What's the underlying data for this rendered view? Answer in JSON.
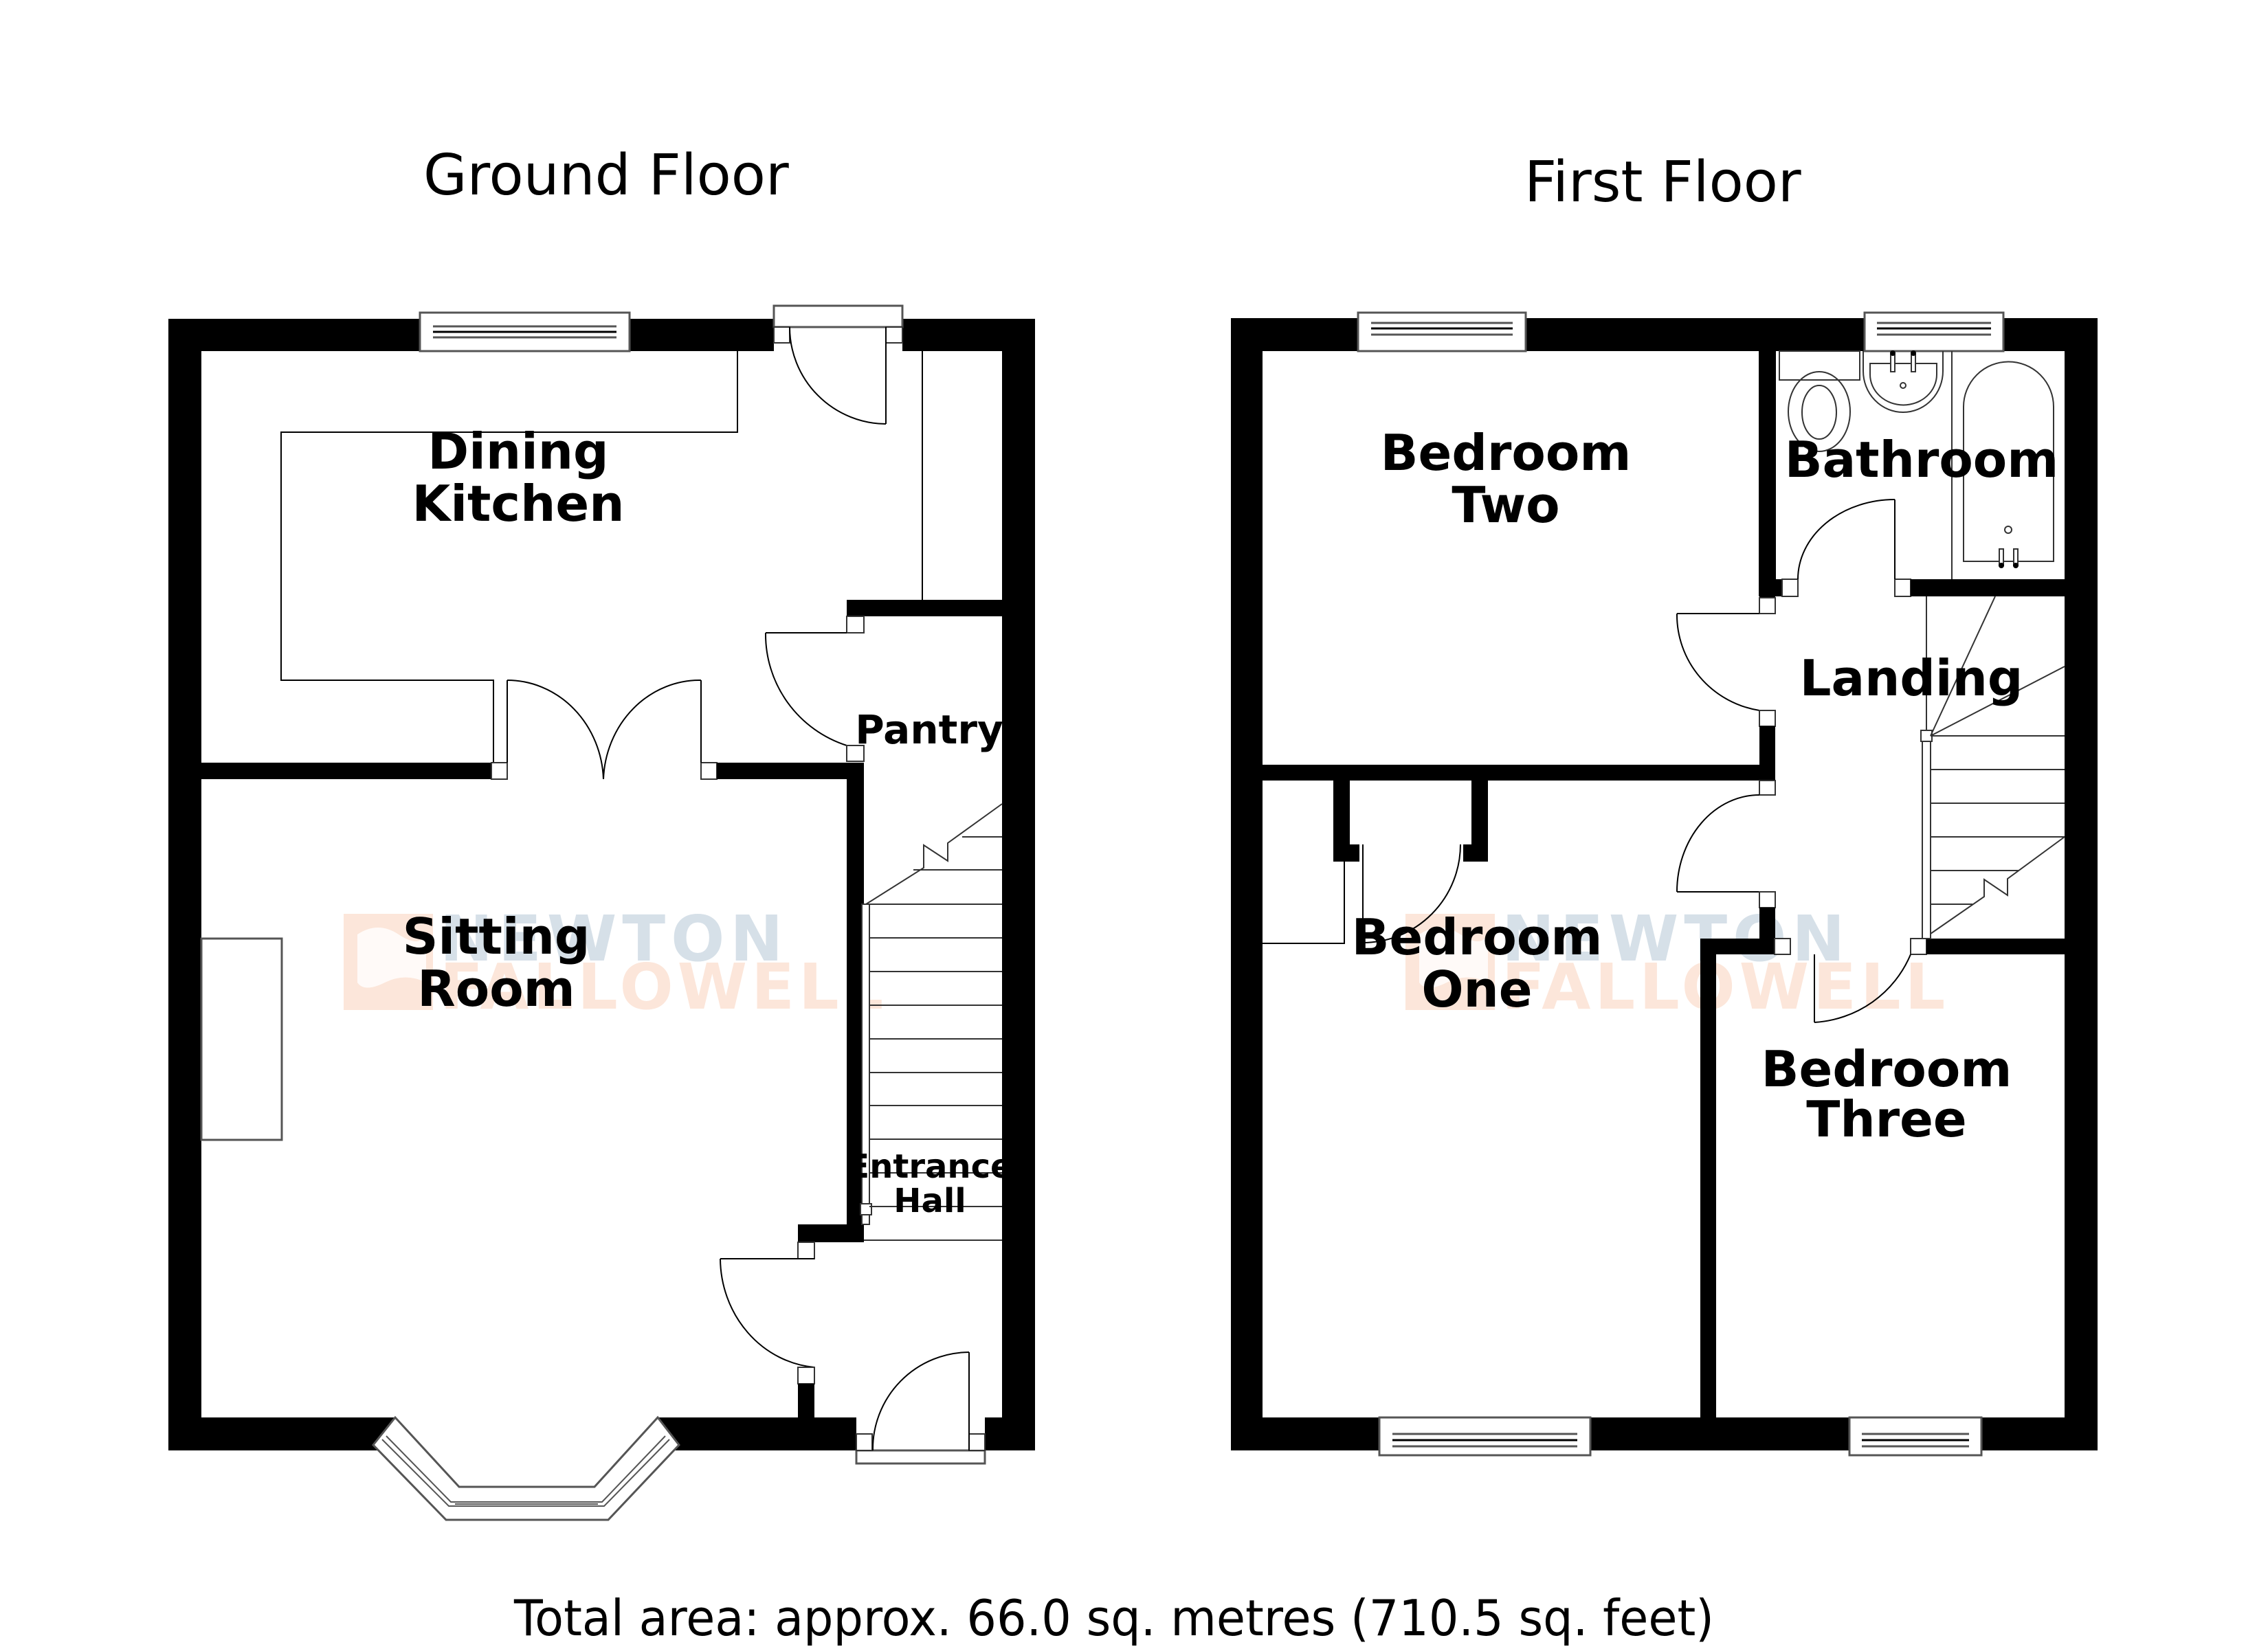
{
  "ground_floor": {
    "title": "Ground Floor",
    "rooms": [
      {
        "name": "dining-kitchen",
        "line1": "Dining",
        "line2": "Kitchen"
      },
      {
        "name": "sitting-room",
        "line1": "Sitting",
        "line2": "Room"
      },
      {
        "name": "pantry",
        "line1": "Pantry"
      },
      {
        "name": "entrance-hall",
        "line1": "Entrance",
        "line2": "Hall"
      }
    ]
  },
  "first_floor": {
    "title": "First Floor",
    "rooms": [
      {
        "name": "bedroom-two",
        "line1": "Bedroom",
        "line2": "Two"
      },
      {
        "name": "bathroom",
        "line1": "Bathroom"
      },
      {
        "name": "landing",
        "line1": "Landing"
      },
      {
        "name": "bedroom-one",
        "line1": "Bedroom",
        "line2": "One"
      },
      {
        "name": "bedroom-three",
        "line1": "Bedroom",
        "line2": "Three"
      }
    ]
  },
  "watermark": {
    "line1": "NEWTON",
    "line2": "FALLOWELL",
    "color_newton": "#d6e0e8",
    "color_fallowell": "#fce6da"
  },
  "footer": {
    "total_area": "Total area: approx. 66.0 sq. metres (710.5 sq. feet)"
  },
  "colors": {
    "wall": "#000000",
    "background": "#ffffff"
  }
}
